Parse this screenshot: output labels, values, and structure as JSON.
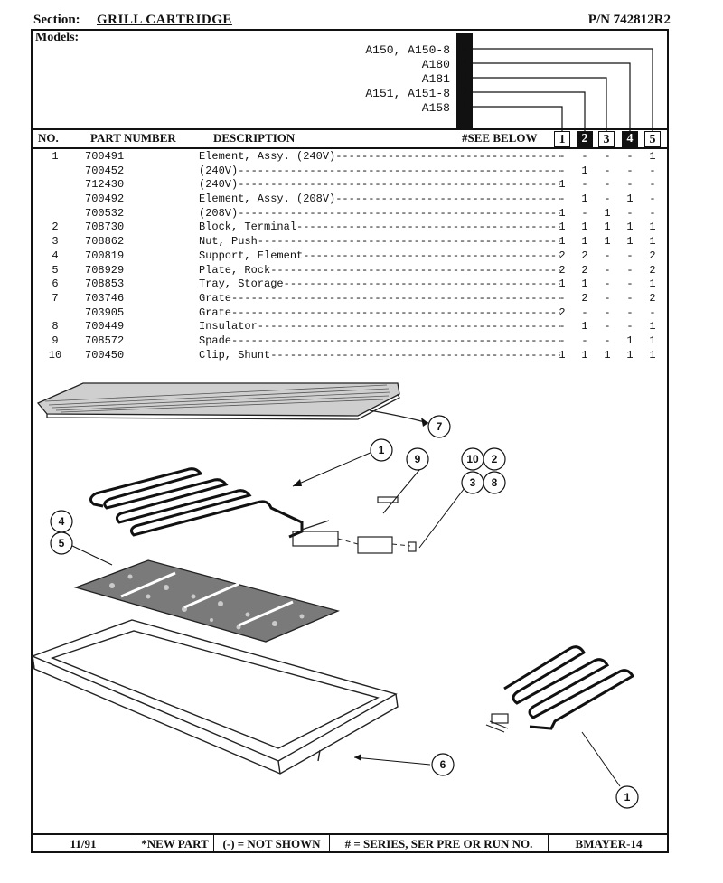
{
  "header": {
    "section_label": "Section:",
    "section_name": "GRILL CARTRIDGE",
    "part_number": "P/N 742812R2"
  },
  "models": {
    "label": "Models:",
    "list": [
      {
        "name": "A150, A150-8",
        "col": "5"
      },
      {
        "name": "A180",
        "col": "4"
      },
      {
        "name": "A181",
        "col": "3"
      },
      {
        "name": "A151, A151-8",
        "col": "2"
      },
      {
        "name": "A158",
        "col": "1"
      }
    ]
  },
  "table": {
    "headers": {
      "no": "NO.",
      "part_number": "PART NUMBER",
      "description": "DESCRIPTION",
      "see_below": "#SEE BELOW"
    },
    "columns": [
      "1",
      "2",
      "3",
      "4",
      "5"
    ],
    "rows": [
      {
        "no": "1",
        "part": "700491",
        "desc": "Element, Assy. (240V)",
        "q": [
          "-",
          "-",
          "-",
          "-",
          "1"
        ]
      },
      {
        "no": "",
        "part": "700452",
        "desc": "(240V)",
        "q": [
          "-",
          "1",
          "-",
          "-",
          "-"
        ]
      },
      {
        "no": "",
        "part": "712430",
        "desc": "(240V)",
        "q": [
          "1",
          "-",
          "-",
          "-",
          "-"
        ]
      },
      {
        "no": "",
        "part": "700492",
        "desc": "Element, Assy. (208V)",
        "q": [
          "-",
          "1",
          "-",
          "1",
          "-"
        ]
      },
      {
        "no": "",
        "part": "700532",
        "desc": "(208V)",
        "q": [
          "1",
          "-",
          "1",
          "-",
          "-"
        ]
      },
      {
        "no": "2",
        "part": "708730",
        "desc": "Block, Terminal",
        "q": [
          "1",
          "1",
          "1",
          "1",
          "1"
        ]
      },
      {
        "no": "3",
        "part": "708862",
        "desc": "Nut, Push",
        "q": [
          "1",
          "1",
          "1",
          "1",
          "1"
        ]
      },
      {
        "no": "4",
        "part": "700819",
        "desc": "Support, Element",
        "q": [
          "2",
          "2",
          "-",
          "-",
          "2"
        ]
      },
      {
        "no": "5",
        "part": "708929",
        "desc": "Plate, Rock",
        "q": [
          "2",
          "2",
          "-",
          "-",
          "2"
        ]
      },
      {
        "no": "6",
        "part": "708853",
        "desc": "Tray, Storage",
        "q": [
          "1",
          "1",
          "-",
          "-",
          "1"
        ]
      },
      {
        "no": "7",
        "part": "703746",
        "desc": "Grate",
        "q": [
          "-",
          "2",
          "-",
          "-",
          "2"
        ]
      },
      {
        "no": "",
        "part": "703905",
        "desc": "Grate",
        "q": [
          "2",
          "-",
          "-",
          "-",
          "-"
        ]
      },
      {
        "no": "8",
        "part": "700449",
        "desc": "Insulator",
        "q": [
          "-",
          "1",
          "-",
          "-",
          "1"
        ]
      },
      {
        "no": "9",
        "part": "708572",
        "desc": "Spade",
        "q": [
          "-",
          "-",
          "-",
          "1",
          "1"
        ]
      },
      {
        "no": "10",
        "part": "700450",
        "desc": "Clip, Shunt",
        "q": [
          "1",
          "1",
          "1",
          "1",
          "1"
        ]
      }
    ]
  },
  "callouts": [
    "7",
    "1",
    "9",
    "10",
    "2",
    "3",
    "8",
    "4",
    "5",
    "6",
    "1"
  ],
  "footer": {
    "date": "11/91",
    "new_part": "*NEW PART",
    "not_shown": "(-) = NOT SHOWN",
    "series": "# = SERIES, SER PRE OR RUN NO.",
    "doc_id": "BMAYER-14"
  }
}
